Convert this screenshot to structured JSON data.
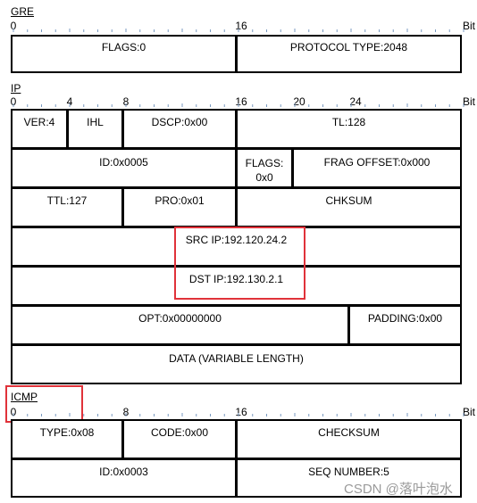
{
  "gre": {
    "title": "GRE",
    "ruler": {
      "labels": [
        "0",
        "16"
      ],
      "unit": "Bit"
    },
    "fields": {
      "flags": "FLAGS:0",
      "protocol_type": "PROTOCOL TYPE:2048"
    }
  },
  "ip": {
    "title": "IP",
    "ruler": {
      "labels": [
        "0",
        "4",
        "8",
        "16",
        "20",
        "24"
      ],
      "unit": "Bit"
    },
    "fields": {
      "ver": "VER:4",
      "ihl": "IHL",
      "dscp": "DSCP:0x00",
      "tl": "TL:128",
      "id": "ID:0x0005",
      "flags_line1": "FLAGS:",
      "flags_line2": "0x0",
      "frag_offset": "FRAG OFFSET:0x000",
      "ttl": "TTL:127",
      "pro": "PRO:0x01",
      "chksum": "CHKSUM",
      "src_ip": "SRC IP:192.120.24.2",
      "dst_ip": "DST IP:192.130.2.1",
      "opt": "OPT:0x00000000",
      "padding": "PADDING:0x00",
      "data": "DATA (VARIABLE LENGTH)"
    }
  },
  "icmp": {
    "title": "ICMP",
    "ruler": {
      "labels": [
        "0",
        "8",
        "16"
      ],
      "unit": "Bit"
    },
    "fields": {
      "type": "TYPE:0x08",
      "code": "CODE:0x00",
      "checksum": "CHECKSUM",
      "id": "ID:0x0003",
      "seq_number": "SEQ NUMBER:5"
    }
  },
  "colors": {
    "highlight": "#e0323a",
    "watermark": "#9a9a9a"
  },
  "watermark": "CSDN @落叶泡水"
}
